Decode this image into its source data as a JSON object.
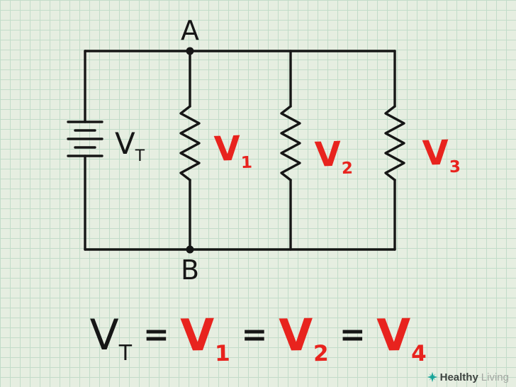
{
  "colors": {
    "bg": "#e6eee1",
    "grid": "#c2dcc9",
    "ink": "#161616",
    "red": "#e8231e",
    "teal": "#16a397",
    "gray": "#a2a6a1"
  },
  "circuit": {
    "node_top_label": "A",
    "node_bottom_label": "B",
    "battery_label": {
      "main": "V",
      "sub": "T"
    },
    "resistor_labels": [
      {
        "main": "V",
        "sub": "1"
      },
      {
        "main": "V",
        "sub": "2"
      },
      {
        "main": "V",
        "sub": "3"
      }
    ]
  },
  "equation": {
    "lhs": {
      "main": "V",
      "sub": "T"
    },
    "equals": "=",
    "terms": [
      {
        "main": "V",
        "sub": "1"
      },
      {
        "main": "V",
        "sub": "2"
      },
      {
        "main": "V",
        "sub": "4"
      }
    ]
  },
  "watermark": {
    "bold": "Healthy",
    "light": "Living"
  }
}
